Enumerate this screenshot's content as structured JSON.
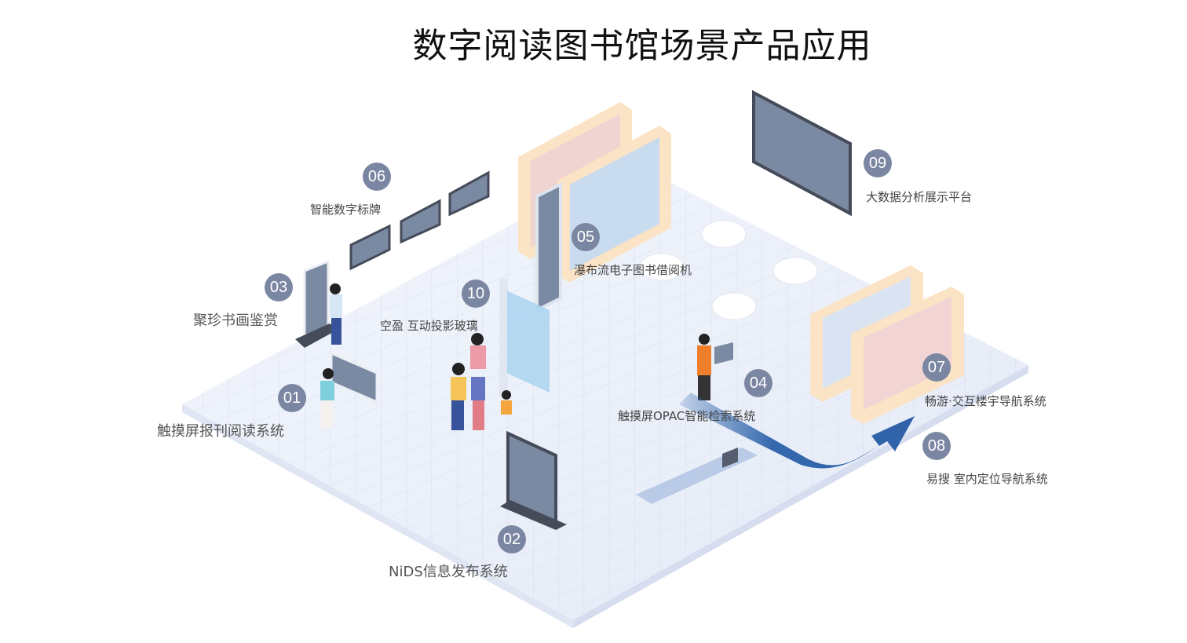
{
  "title": "数字阅读图书馆场景产品应用",
  "items": [
    {
      "num": "01",
      "label": "触摸屏报刊阅读系统"
    },
    {
      "num": "02",
      "label": "NiDS信息发布系统"
    },
    {
      "num": "03",
      "label": "聚珍书画鉴赏"
    },
    {
      "num": "04",
      "label": "触摸屏OPAC智能检索系统"
    },
    {
      "num": "05",
      "label": "瀑布流电子图书借阅机"
    },
    {
      "num": "06",
      "label": "智能数字标牌"
    },
    {
      "num": "07",
      "label": "畅游·交互楼宇导航系统"
    },
    {
      "num": "08",
      "label": "易搜 室内定位导航系统"
    },
    {
      "num": "09",
      "label": "大数据分析展示平台"
    },
    {
      "num": "10",
      "label": "空盈 互动投影玻璃"
    }
  ],
  "colors": {
    "badge": "#7b87a2",
    "screen": "#7b8aa3",
    "arrow": "#3468ad",
    "floor": "#e8edf8"
  }
}
